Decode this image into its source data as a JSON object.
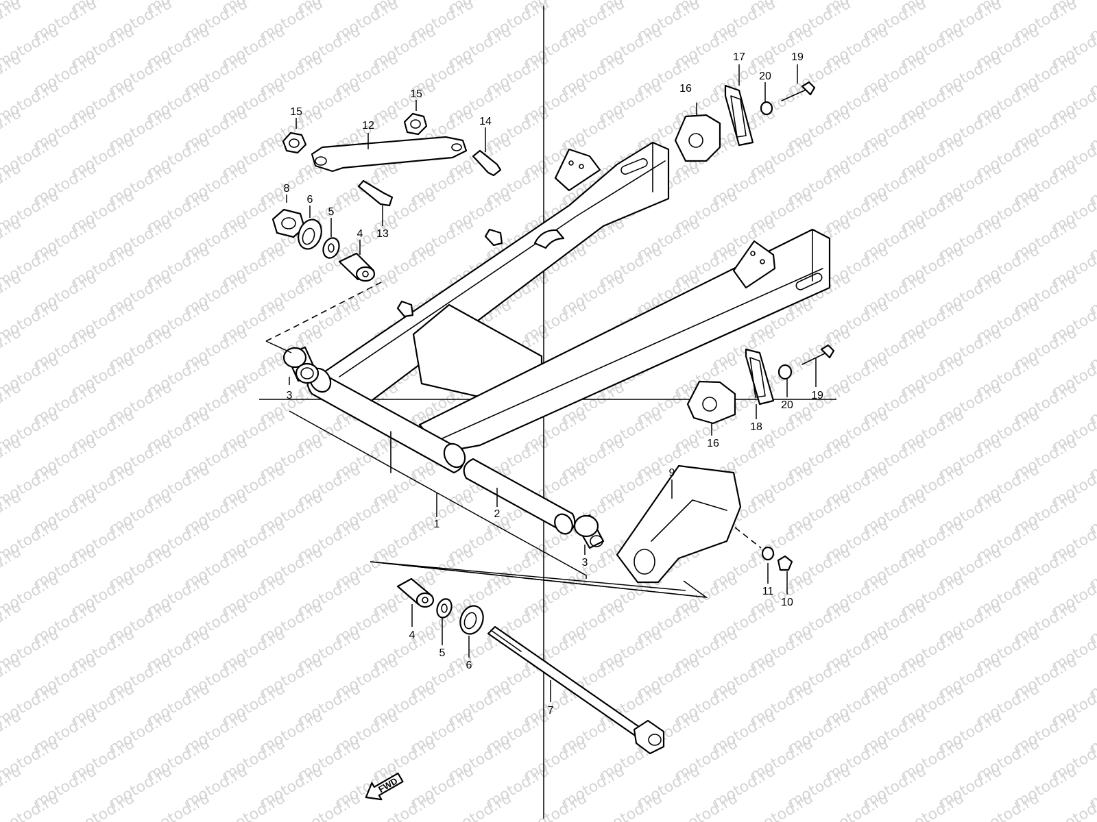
{
  "watermark": "motod.ru",
  "fwd_label": "FWD",
  "parts": {
    "swingarm": "1",
    "spacer_long": "2",
    "bearing_left": "3",
    "bearing_right": "3",
    "spacer_upper": "4",
    "spacer_lower": "4",
    "washer_upper": "5",
    "washer_lower": "5",
    "seal_upper": "6",
    "seal_lower": "6",
    "pivot_bolt": "7",
    "cap_nut": "8",
    "chain_guard": "9",
    "guard_bolt": "10",
    "guard_washer": "11",
    "torque_link": "12",
    "link_bolt_a": "13",
    "link_bolt_b": "14",
    "nut_left": "15",
    "nut_right": "15",
    "adjuster_upper": "16",
    "adjuster_lower": "16",
    "cover_upper": "17",
    "cover_lower": "18",
    "screw_upper": "19",
    "screw_lower": "19",
    "washer_s_upper": "20",
    "washer_s_lower": "20"
  },
  "colors": {
    "ink": "#000000",
    "watermark": "#d4d4d4",
    "paper": "#ffffff"
  }
}
